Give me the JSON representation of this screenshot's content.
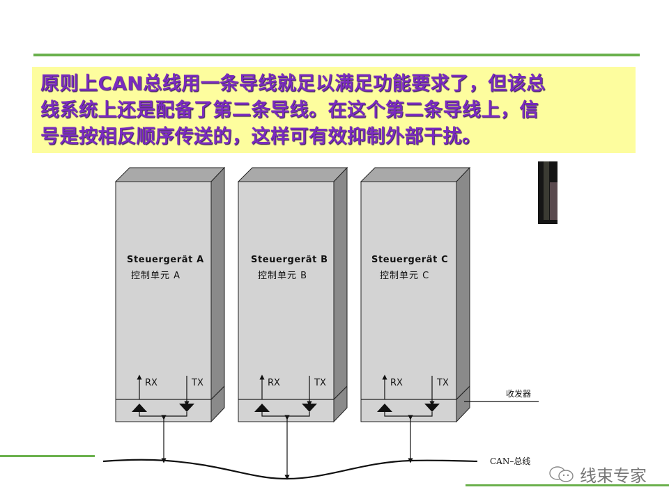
{
  "header": {
    "callout_lines": [
      "原则上CAN总线用一条导线就足以满足功能要求了，但该总",
      "线系统上还是配备了第二条导线。在这个第二条导线上，信",
      "号是按相反顺序传送的，这样可有效抑制外部干扰。"
    ]
  },
  "diagram": {
    "ecus": [
      {
        "title": "Steuergerät A",
        "subtitle": "控制单元  A",
        "rx": "RX",
        "tx": "TX"
      },
      {
        "title": "Steuergerät B",
        "subtitle": "控制单元  B",
        "rx": "RX",
        "tx": "TX"
      },
      {
        "title": "Steuergerät C",
        "subtitle": "控制单元  C",
        "rx": "RX",
        "tx": "TX"
      }
    ],
    "transceiver_label": "收发器",
    "bus_label": "CAN–总线"
  },
  "watermark": {
    "text": "线束专家",
    "icon": "wechat-icon"
  },
  "colors": {
    "accent_green": "#6ab04c",
    "callout_bg": "#fdfd9e",
    "callout_text": "#7a2bbf",
    "box_front": "#d3d3d3",
    "box_top": "#a9a9a9",
    "box_side": "#8a8a8a"
  }
}
